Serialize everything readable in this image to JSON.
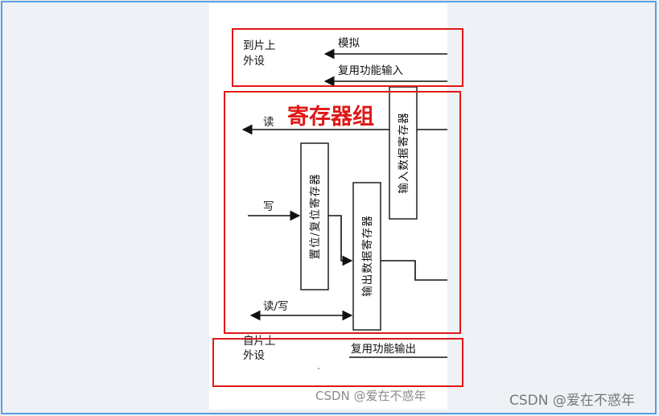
{
  "diagram": {
    "title": "寄存器组",
    "top_group": {
      "label_line1": "到片上",
      "label_line2": "外设",
      "analog": "模拟",
      "alt_input": "复用功能输入"
    },
    "registers": {
      "input_data": "输入数据寄存器",
      "set_reset": "置位/复位寄存器",
      "output_data": "输出数据寄存器"
    },
    "signals": {
      "read": "读",
      "write": "写",
      "read_write": "读/写"
    },
    "bottom_group": {
      "label_line1": "自片上",
      "label_line2": "外设",
      "alt_output": "复用功能输出"
    }
  },
  "watermark": {
    "inner": "CSDN @爱在不惑年",
    "outer": "CSDN @爱在不惑年"
  },
  "colors": {
    "highlight": "#e01818",
    "frame": "#5b9ee0"
  }
}
